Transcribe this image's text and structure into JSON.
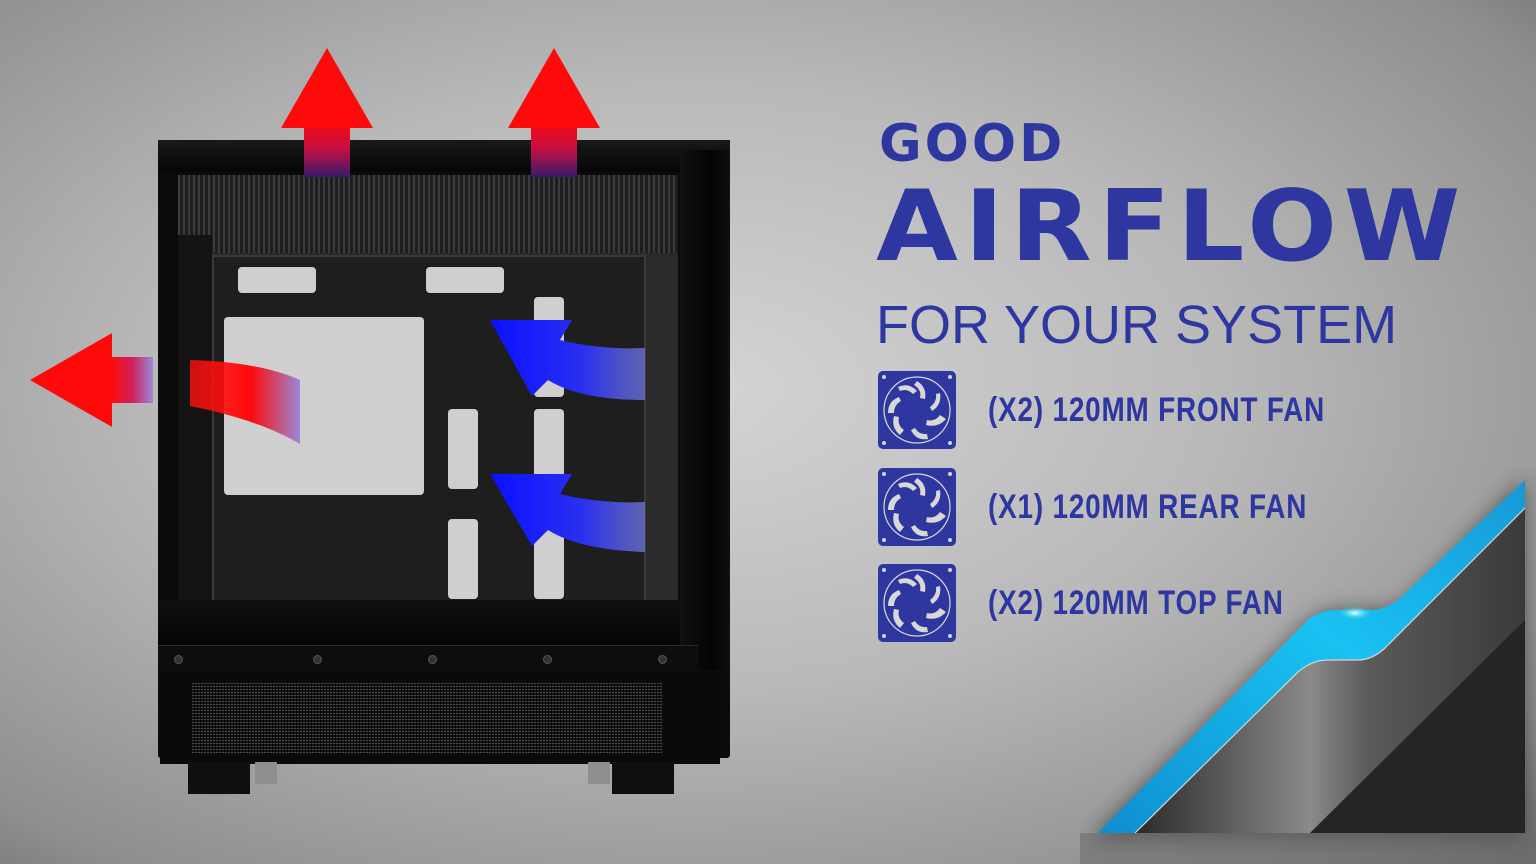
{
  "headline": {
    "line1": "GOOD",
    "line2": "AIRFLOW",
    "line3": "FOR YOUR SYSTEM"
  },
  "fans": [
    {
      "icon": "fan-icon",
      "label": "(X2)  120MM FRONT FAN",
      "quantity": "X2",
      "size": "120MM",
      "position": "FRONT"
    },
    {
      "icon": "fan-icon",
      "label": "(X1) 120MM REAR FAN",
      "quantity": "X1",
      "size": "120MM",
      "position": "REAR"
    },
    {
      "icon": "fan-icon",
      "label": "(X2) 120MM TOP FAN",
      "quantity": "X2",
      "size": "120MM",
      "position": "TOP"
    }
  ],
  "airflow": {
    "exhaust_arrows": [
      "top-left",
      "top-right",
      "rear"
    ],
    "intake_arrows": [
      "front-upper",
      "front-lower"
    ],
    "exhaust_color": "#ff0a0a",
    "intake_color": "#0a14ff"
  },
  "colors": {
    "text_accent": "#2e37a0",
    "corner_cyan": "#18b4e8",
    "background": "#bdbdbd"
  }
}
